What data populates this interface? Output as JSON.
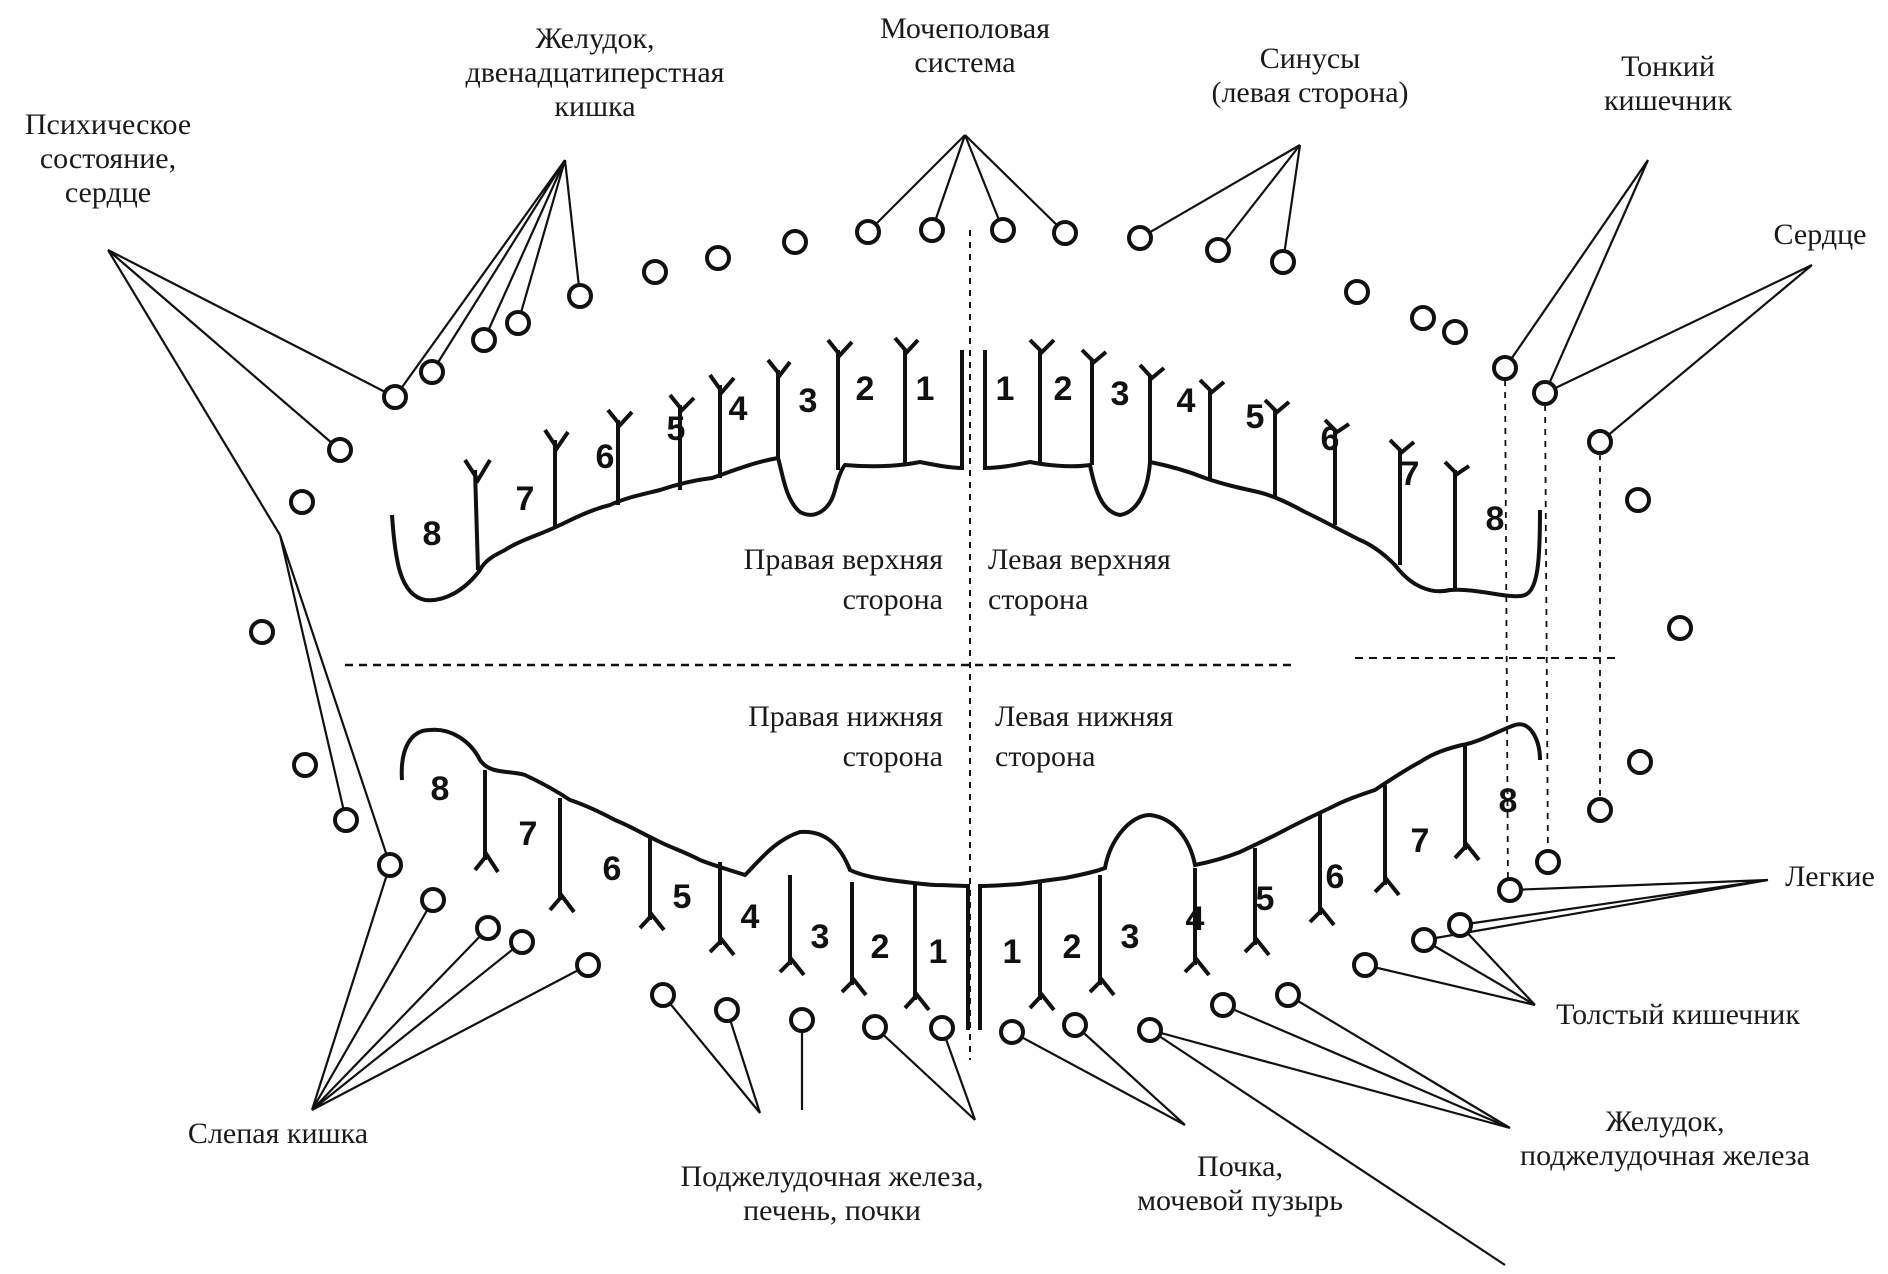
{
  "labels": {
    "psych": [
      "Психическое",
      "состояние,",
      "сердце"
    ],
    "stomach_duodenum": [
      "Желудок,",
      "двенадцатиперстная",
      "кишка"
    ],
    "urogenital": [
      "Мочеполовая",
      "система"
    ],
    "sinuses": [
      "Синусы",
      "(левая сторона)"
    ],
    "small_intestine": [
      "Тонкий",
      "кишечник"
    ],
    "heart": [
      "Сердце"
    ],
    "lungs": [
      "Легкие"
    ],
    "large_intestine": [
      "Толстый кишечник"
    ],
    "stomach_pancreas": [
      "Желудок,",
      "поджелудочная железа"
    ],
    "kidney_bladder": [
      "Почка,",
      "мочевой пузырь"
    ],
    "pancreas_liver": [
      "Поджелудочная железа,",
      "печень, почки"
    ],
    "caecum": [
      "Слепая кишка"
    ]
  },
  "quadrants": {
    "upper_right": [
      "Правая верхняя",
      "сторона"
    ],
    "upper_left": [
      "Левая верхняя",
      "сторона"
    ],
    "lower_right": [
      "Правая нижняя",
      "сторона"
    ],
    "lower_left": [
      "Левая нижняя",
      "сторона"
    ]
  },
  "tooth_numbers": {
    "upper_right": [
      "8",
      "7",
      "6",
      "5",
      "4",
      "3",
      "2",
      "1"
    ],
    "upper_left": [
      "1",
      "2",
      "3",
      "4",
      "5",
      "6",
      "7",
      "8"
    ],
    "lower_right": [
      "8",
      "7",
      "6",
      "5",
      "4",
      "3",
      "2",
      "1"
    ],
    "lower_left": [
      "1",
      "2",
      "3",
      "4",
      "5",
      "6",
      "7",
      "8"
    ]
  },
  "colors": {
    "ink": "#111111",
    "background": "#ffffff"
  }
}
